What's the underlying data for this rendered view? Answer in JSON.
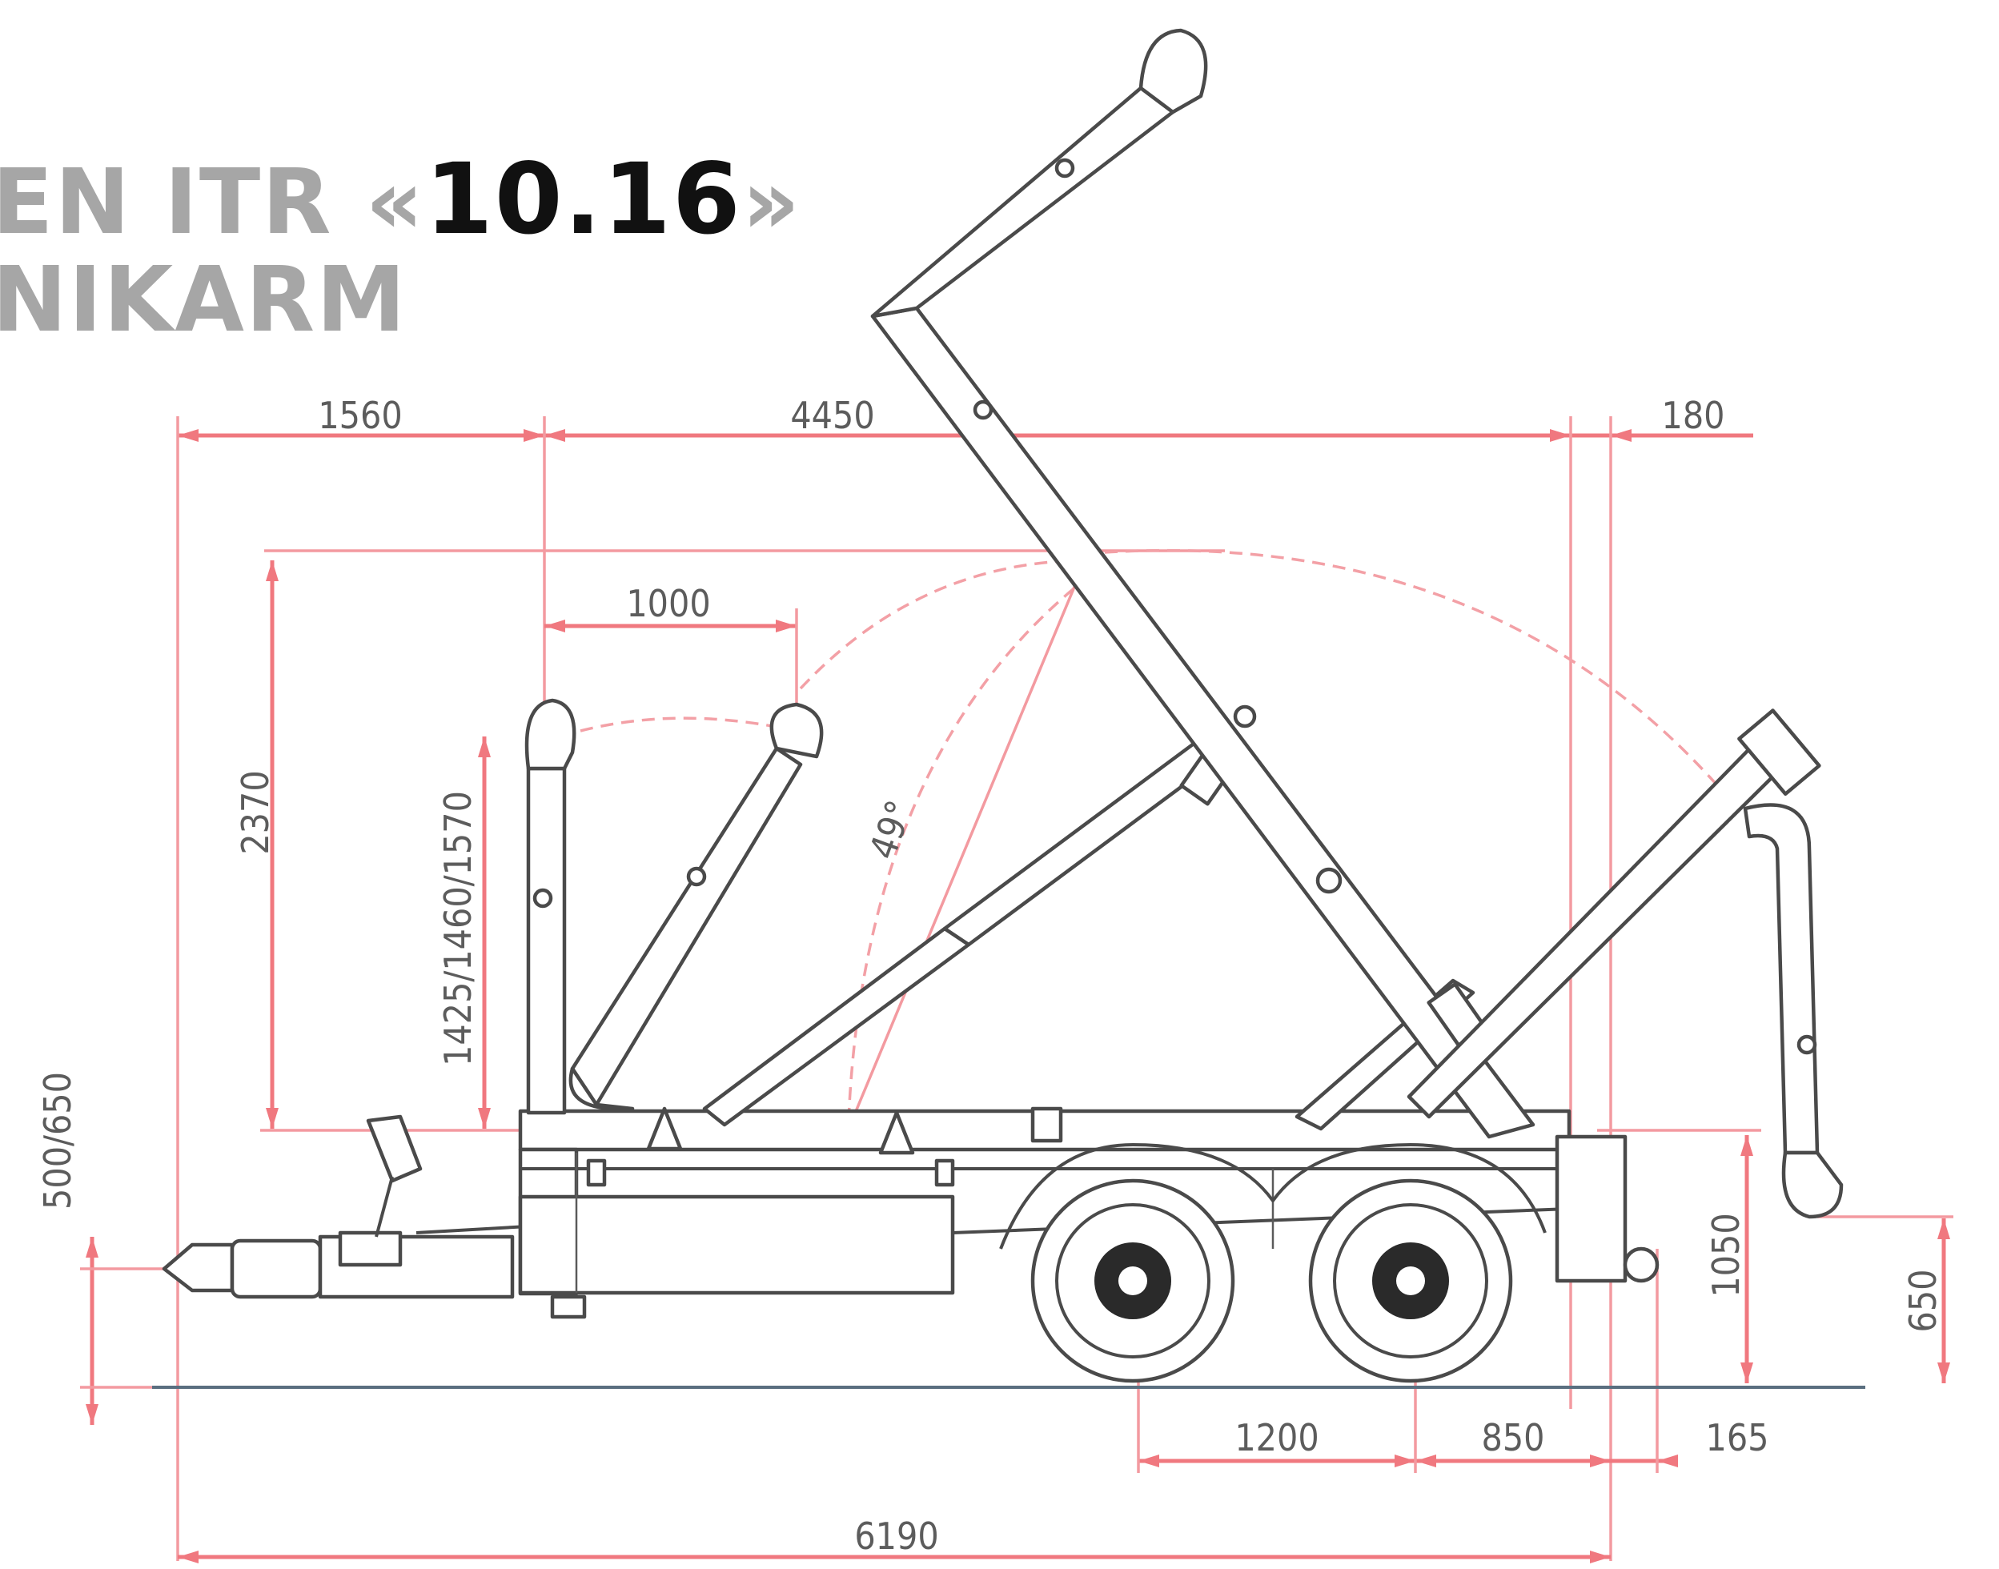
{
  "title": {
    "line1_prefix": "EN ITR «",
    "line1_model": "10.16",
    "line1_suffix": "»",
    "line2": "NIKARM"
  },
  "dimensions": {
    "d1560": "1560",
    "d4450": "4450",
    "d180": "180",
    "d1000": "1000",
    "d2370": "2370",
    "d1425": "1425/1460/1570",
    "d500": "500/650",
    "angle": "49°",
    "d1050": "1050",
    "d650": "650",
    "d1200": "1200",
    "d850": "850",
    "d165": "165",
    "d6190": "6190"
  },
  "colors": {
    "dimension": "#f0787f",
    "machine": "#4a4a4a",
    "title_grey": "#a6a6a6",
    "title_dark": "#111111"
  }
}
